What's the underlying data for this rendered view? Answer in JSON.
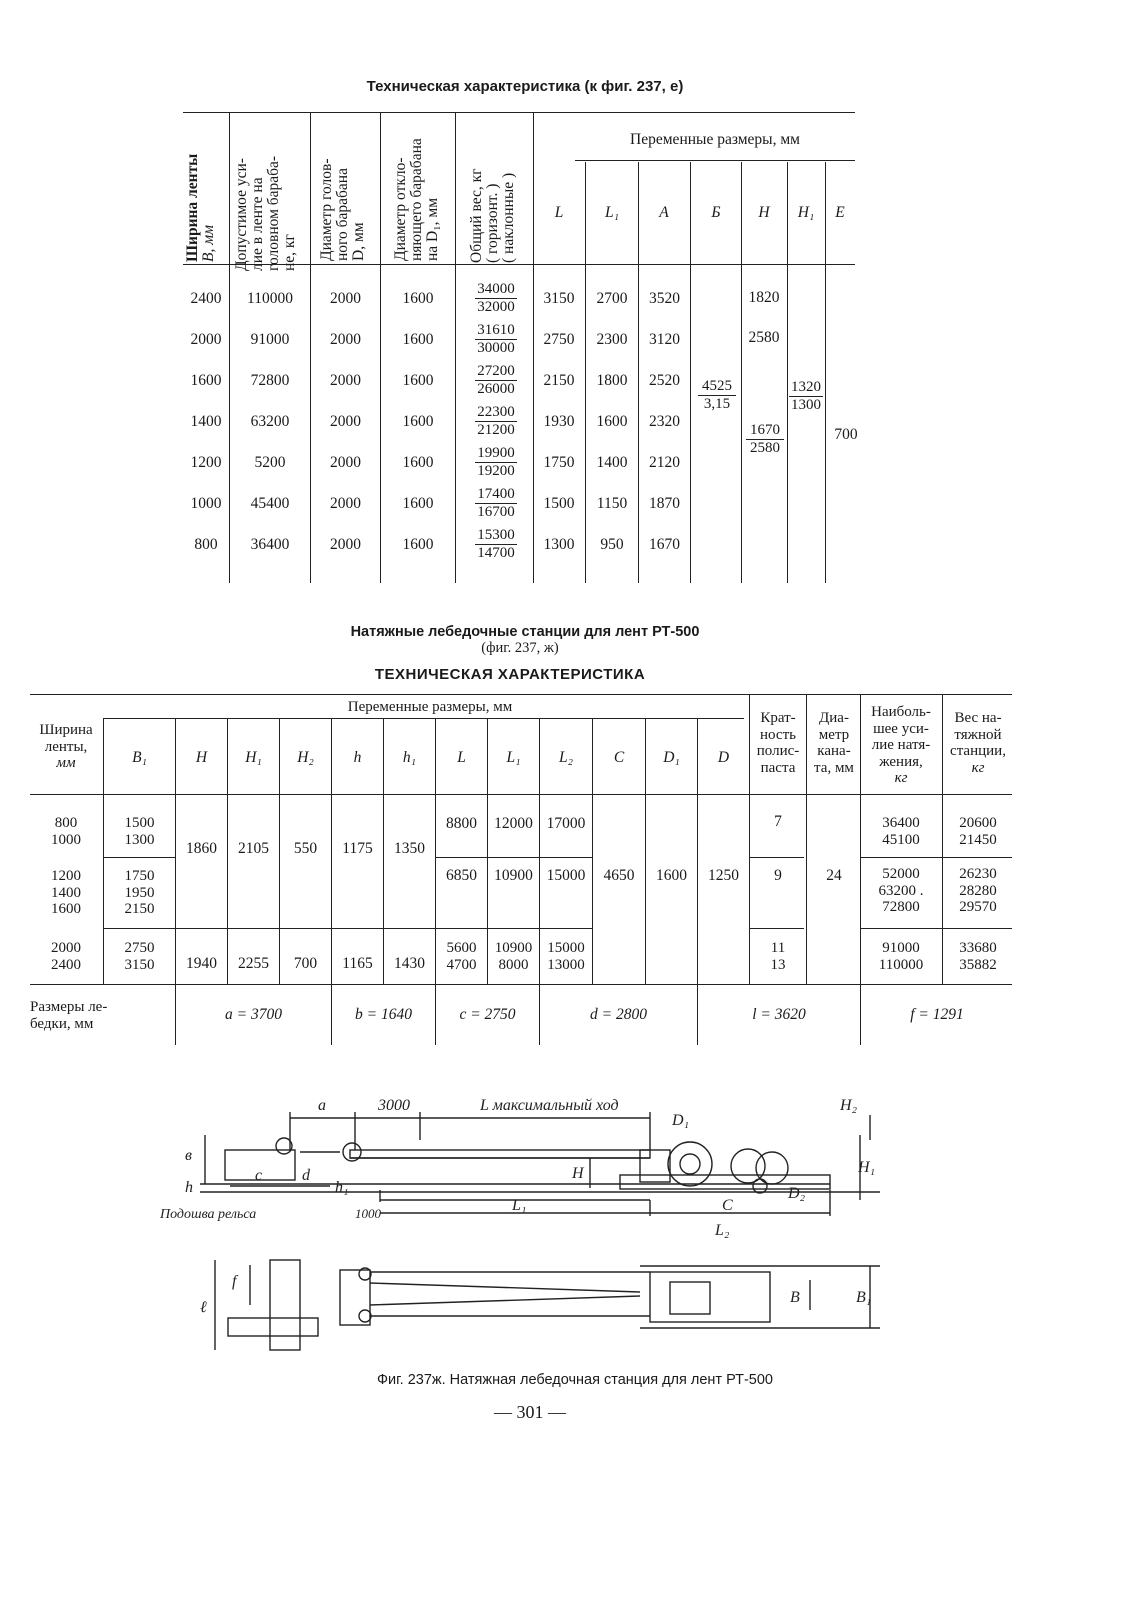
{
  "t1": {
    "title": "Техническая характеристика (к фиг. 237, е)",
    "headers": {
      "width": [
        "Ширина ленты",
        "B, мм"
      ],
      "tension": [
        "Допустимое уси-",
        "лие в ленте на",
        "головном бараба-",
        "не, кг"
      ],
      "head_diam": [
        "Диаметр голов-",
        "ного барабана",
        "D, мм"
      ],
      "defl_diam": [
        "Диаметр откло-",
        "няющего барабана",
        "на D₁, мм"
      ],
      "weight": [
        "Общий вес, кг",
        "( горизонт. )",
        "( наклонные )"
      ],
      "variable": "Переменные размеры, мм",
      "sub": [
        "L",
        "L₁",
        "A",
        "Б",
        "H",
        "H₁",
        "E"
      ]
    },
    "rows": [
      {
        "b": "2400",
        "t": "110000",
        "d": "2000",
        "d1": "1600",
        "w1": "34000",
        "w2": "32000",
        "l": "3150",
        "l1": "2700",
        "a": "3520"
      },
      {
        "b": "2000",
        "t": "91000",
        "d": "2000",
        "d1": "1600",
        "w1": "31610",
        "w2": "30000",
        "l": "2750",
        "l1": "2300",
        "a": "3120"
      },
      {
        "b": "1600",
        "t": "72800",
        "d": "2000",
        "d1": "1600",
        "w1": "27200",
        "w2": "26000",
        "l": "2150",
        "l1": "1800",
        "a": "2520"
      },
      {
        "b": "1400",
        "t": "63200",
        "d": "2000",
        "d1": "1600",
        "w1": "22300",
        "w2": "21200",
        "l": "1930",
        "l1": "1600",
        "a": "2320"
      },
      {
        "b": "1200",
        "t": "5200",
        "d": "2000",
        "d1": "1600",
        "w1": "19900",
        "w2": "19200",
        "l": "1750",
        "l1": "1400",
        "a": "2120"
      },
      {
        "b": "1000",
        "t": "45400",
        "d": "2000",
        "d1": "1600",
        "w1": "17400",
        "w2": "16700",
        "l": "1500",
        "l1": "1150",
        "a": "1870"
      },
      {
        "b": "800",
        "t": "36400",
        "d": "2000",
        "d1": "1600",
        "w1": "15300",
        "w2": "14700",
        "l": "1300",
        "l1": "950",
        "a": "1670"
      }
    ],
    "b_top": "4525",
    "b_bot": "3,15",
    "h_a": "1820",
    "h_b": "2580",
    "h_c_top": "1670",
    "h_c_bot": "2580",
    "h1_top": "1320",
    "h1_bot": "1300",
    "e": "700"
  },
  "t2": {
    "title1": "Натяжные лебедочные станции для  лент РТ-500",
    "title2": "(фиг. 237, ж)",
    "title3": "ТЕХНИЧЕСКАЯ ХАРАКТЕРИСТИКА",
    "h_width": [
      "Ширина",
      "ленты,",
      "мм"
    ],
    "h_variable": "Переменные размеры, мм",
    "sub": [
      "B₁",
      "H",
      "H₁",
      "H₂",
      "h",
      "h₁",
      "L",
      "L₁",
      "L₂",
      "C",
      "D₁",
      "D"
    ],
    "h_krat": [
      "Крат-",
      "ность",
      "полис-",
      "паста"
    ],
    "h_diam": [
      "Диа-",
      "метр",
      "кана-",
      "та, мм"
    ],
    "h_force": [
      "Наиболь-",
      "шее уси-",
      "лие натя-",
      "жения,",
      "кг"
    ],
    "h_weight": [
      "Вес на-",
      "тяжной",
      "станции,",
      "кг"
    ],
    "g1": {
      "w": [
        "800",
        "1000"
      ],
      "b1": [
        "1500",
        "1300"
      ],
      "L": "8800",
      "L1": "12000",
      "L2": "17000",
      "k": "7",
      "f": [
        "36400",
        "45100"
      ],
      "wt": [
        "20600",
        "21450"
      ]
    },
    "g2": {
      "w": [
        "1200",
        "1400",
        "1600"
      ],
      "b1": [
        "1750",
        "1950",
        "2150"
      ],
      "L": "6850",
      "L1": "10900",
      "L2": "15000",
      "k": "9",
      "f": [
        "52000",
        "63200 .",
        "72800"
      ],
      "wt": [
        "26230",
        "28280",
        "29570"
      ]
    },
    "g3": {
      "w": [
        "2000",
        "2400"
      ],
      "b1": [
        "2750",
        "3150"
      ],
      "H": "1940",
      "H1": "2255",
      "H2": "700",
      "h": "1165",
      "h1": "1430",
      "L": [
        "5600",
        "4700"
      ],
      "L1": [
        "10900",
        "8000"
      ],
      "L2": [
        "15000",
        "13000"
      ],
      "k": [
        "11",
        "13"
      ],
      "f": [
        "91000",
        "110000"
      ],
      "wt": [
        "33680",
        "35882"
      ]
    },
    "common": {
      "H": "1860",
      "H1": "2105",
      "H2": "550",
      "h": "1175",
      "h1": "1350",
      "C": "4650",
      "D1": "1600",
      "D": "1250",
      "diam": "24"
    },
    "winch_label": [
      "Размеры ле-",
      "бедки, мм"
    ],
    "winch": [
      "a = 3700",
      "b = 1640",
      "c = 2750",
      "d = 2800",
      "l = 3620",
      "f = 1291"
    ]
  },
  "figure": {
    "labels": {
      "a": "a",
      "s3000": "3000",
      "lmax": "L максимальный ход",
      "d1": "D₁",
      "h2": "H₂",
      "b": "в",
      "h": "h",
      "c": "c",
      "d": "d",
      "h1s": "h₁",
      "H": "H",
      "H1": "H₁",
      "d2": "D₂",
      "rail": "Подошва рельса",
      "s1000": "1000",
      "L1": "L₁",
      "C": "C",
      "L2": "L₂",
      "f": "f",
      "l": "ℓ",
      "B": "B",
      "B1": "B₁"
    },
    "caption": "Фиг. 237ж. Натяжная лебедочная станция для лент РТ-500"
  },
  "page_number": "301"
}
